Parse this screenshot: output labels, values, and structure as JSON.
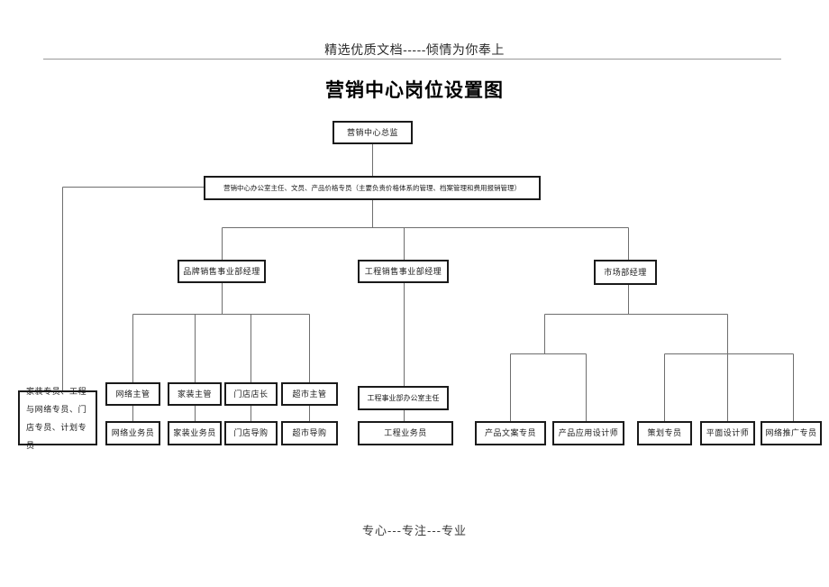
{
  "page": {
    "header": "精选优质文档-----倾情为你奉上",
    "title": "营销中心岗位设置图",
    "footer": "专心---专注---专业"
  },
  "colors": {
    "box_border": "#1a1a1a",
    "connector_line": "#6e6e6e",
    "header_rule": "#9a9a9a"
  },
  "nodes": {
    "director": "营销中心总监",
    "office": "营销中心办公室主任、文员、产品价格专员（主要负责价格体系的管理、档案管理和费用报销管理）",
    "left_staff": "家装专员、工程与网络专员、门店专员、计划专员",
    "brand_mgr": "品牌销售事业部经理",
    "eng_mgr": "工程销售事业部经理",
    "mkt_mgr": "市场部经理",
    "web_sup": "网络主管",
    "home_sup": "家装主管",
    "store_mgr": "门店店长",
    "super_sup": "超市主管",
    "web_sales": "网络业务员",
    "home_sales": "家装业务员",
    "store_guide": "门店导购",
    "super_guide": "超市导购",
    "eng_office": "工程事业部办公室主任",
    "eng_sales": "工程业务员",
    "copywriter": "产品文案专员",
    "app_designer": "产品应用设计师",
    "planner": "策划专员",
    "graphic_designer": "平面设计师",
    "web_promoter": "网络推广专员"
  }
}
